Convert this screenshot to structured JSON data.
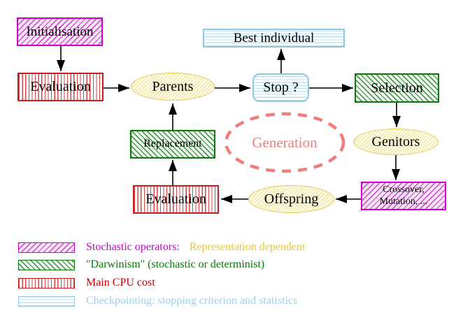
{
  "nodes": {
    "initialisation": {
      "label": "Initialisation"
    },
    "evaluation_top": {
      "label": "Evaluation"
    },
    "parents": {
      "label": "Parents"
    },
    "best_individual": {
      "label": "Best individual"
    },
    "stop": {
      "label": "Stop ?"
    },
    "selection": {
      "label": "Selection"
    },
    "genitors": {
      "label": "Genitors"
    },
    "crossover_mutation": {
      "line1": "Crossover,",
      "line2": "Mutation, ..."
    },
    "offspring": {
      "label": "Offspring"
    },
    "evaluation_bottom": {
      "label": "Evaluation"
    },
    "replacement": {
      "label": "Replacement"
    },
    "generation": {
      "label": "Generation"
    }
  },
  "legend": [
    {
      "pattern": "magenta-diagonal-hatch",
      "label": "Stochastic operators:",
      "label2": "Representation dependent",
      "label_color": "#cc00cc",
      "label2_color": "#e8c62e"
    },
    {
      "pattern": "green-diagonal-hatch",
      "label": "\"Darwinism\" (stochastic or determinist)",
      "label_color": "#067806"
    },
    {
      "pattern": "red-vertical-lines",
      "label": "Main CPU cost",
      "label_color": "#c00000"
    },
    {
      "pattern": "cyan-horizontal-lines",
      "label": "Checkpointing: stopping criterion and statistics",
      "label_color": "#9fcfe8"
    }
  ],
  "colors": {
    "magenta": "#cc00cc",
    "red": "#c42222",
    "green": "#0a7a0a",
    "cyan_border": "#8fc8e0",
    "yellow_border": "#e2c85a",
    "salmon_dashed": "#ee7d7d",
    "background": "#ffffff",
    "arrow": "#000000"
  }
}
